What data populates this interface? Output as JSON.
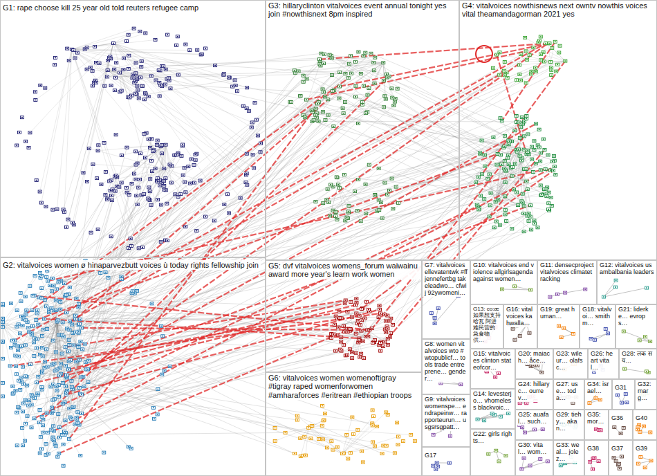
{
  "diagram": {
    "nodes": [
      {
        "text": [
          "G1: rape choose kill 25 year old told reuters refugee camp"
        ]
      },
      {
        "text": [
          "G3: hillaryclinton vitalvoices event annual tonight yes join #nowthisnext 8pm inspired"
        ]
      },
      {
        "text": [
          "G4: vitalvoices nowthisnews next owntv nowthis voices vital theamandagorman 2021 yes"
        ]
      },
      {
        "text": [
          "G2: vitalvoices women ø hinaparvezbutt voices ù today rights fellowship join"
        ]
      },
      {
        "text": [
          "G5: dvf vitalvoices womens_forum waiwainu award more year's learn work women"
        ]
      },
      {
        "text": [
          "G7: vitalvoices ellevatentwk #ff jennefertbg takeleadwo… cfwij 92ywomeni…"
        ]
      },
      {
        "text": [
          "G10: vitalvoices end violence allgirlsagenda against women…"
        ]
      },
      {
        "text": [
          "G11: densecproject vitalvoices climatetracking"
        ]
      },
      {
        "text": [
          "G12: vitalvoices usambalbania leaders"
        ]
      },
      {
        "text": [
          "G13: co:æ 如果想支持 哈瓦 阿进 难民营的 急食物供…"
        ]
      },
      {
        "text": [
          "G16: vitalvoices kahwalla…"
        ]
      },
      {
        "text": [
          "G19: great human…"
        ]
      },
      {
        "text": [
          "G18: vitalvoi… smithm…"
        ]
      },
      {
        "text": [
          "G21: liderke… evrops…"
        ]
      },
      {
        "text": [
          "G8: women vitalvoices wto #wtopublicf… tools trade entreprene… gender…"
        ]
      },
      {
        "text": [
          "G6: vitalvoices women womenoftigray #tigray raped womenforwomen #amharaforces #eritrean #ethiopian troops"
        ]
      },
      {
        "text": [
          "G15: vitalvoices clinton stateofcor…"
        ]
      },
      {
        "text": [
          "G20: maiach… åce…"
        ]
      },
      {
        "text": [
          "G23: wileur… olafsc…"
        ]
      },
      {
        "text": [
          "G26: heart vital…"
        ]
      },
      {
        "text": [
          "G28: लक स य…"
        ]
      },
      {
        "text": [
          "G9: vitalvoices womenspe… endrapeinw… rapporteurun… usgsrsgpatt…"
        ]
      },
      {
        "text": [
          "G14: levesterjo… vhomeless blackvoic…"
        ]
      },
      {
        "text": [
          "G24: hillaryc… ourrev…"
        ]
      },
      {
        "text": [
          "G27: use… toda…"
        ]
      },
      {
        "text": [
          "G34: israel…"
        ]
      },
      {
        "text": [
          "G31"
        ]
      },
      {
        "text": [
          "G32: marg…"
        ]
      },
      {
        "text": [
          "G25: auafal… such…"
        ]
      },
      {
        "text": [
          "G29: tiehy… akan…"
        ]
      },
      {
        "text": [
          "G35: mor…"
        ]
      },
      {
        "text": [
          "G36"
        ]
      },
      {
        "text": [
          "G40"
        ]
      },
      {
        "text": [
          "G17"
        ]
      },
      {
        "text": [
          "G22: girls rights…"
        ]
      },
      {
        "text": [
          "G30: vital… wom…"
        ]
      },
      {
        "text": [
          "G33: weal… jolez…"
        ]
      },
      {
        "text": [
          "G38"
        ]
      },
      {
        "text": [
          "G37"
        ]
      },
      {
        "text": [
          "G39"
        ]
      }
    ]
  }
}
